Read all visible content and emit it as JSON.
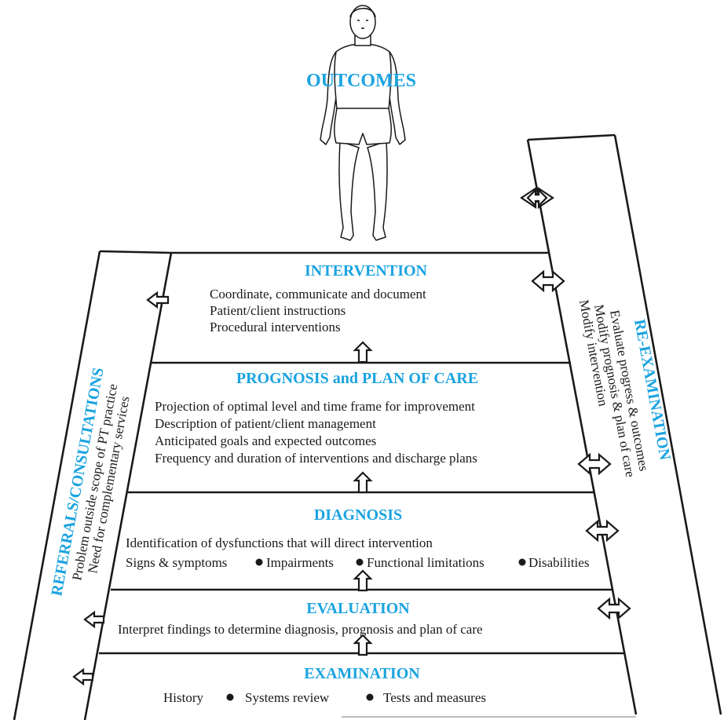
{
  "outcomes": {
    "title": "OUTCOMES"
  },
  "intervention": {
    "title": "INTERVENTION",
    "items": [
      "Coordinate, communicate and document",
      "Patient/client instructions",
      "Procedural interventions"
    ]
  },
  "prognosis": {
    "title": "PROGNOSIS and PLAN OF CARE",
    "items": [
      "Projection of optimal level and time frame for improvement",
      "Description of patient/client management",
      "Anticipated goals and expected outcomes",
      "Frequency and duration of interventions and discharge plans"
    ]
  },
  "diagnosis": {
    "title": "DIAGNOSIS",
    "line1": "Identification of dysfunctions that will direct intervention",
    "items": [
      "Signs & symptoms",
      "Impairments",
      "Functional limitations",
      "Disabilities"
    ]
  },
  "evaluation": {
    "title": "EVALUATION",
    "line1": "Interpret findings to determine diagnosis, prognosis and plan of care"
  },
  "examination": {
    "title": "EXAMINATION",
    "items": [
      "History",
      "Systems review",
      "Tests and measures"
    ]
  },
  "referrals": {
    "title": "REFERRALS/CONSULTATIONS",
    "items": [
      "Problem outside scope of PT practice",
      "Need for complementary services"
    ]
  },
  "reexamination": {
    "title": "RE-EXAMINATION",
    "items": [
      "Evaluate progress & outcomes",
      "Modify prognosis & plan of care",
      "Modify intervention"
    ]
  },
  "colors": {
    "title": "#1aa3e0",
    "text": "#1a1a1a"
  }
}
